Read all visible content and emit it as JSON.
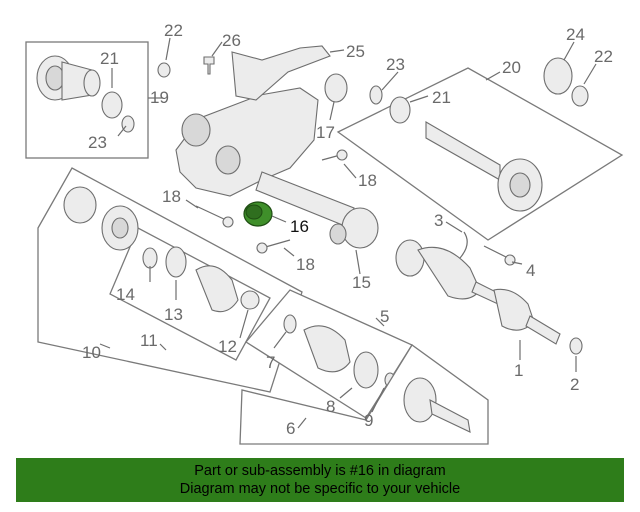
{
  "diagram": {
    "highlight_label": "16",
    "labels": {
      "l1": "1",
      "l2": "2",
      "l3": "3",
      "l4": "4",
      "l5": "5",
      "l6": "6",
      "l7": "7",
      "l8": "8",
      "l9": "9",
      "l10": "10",
      "l11": "11",
      "l12": "12",
      "l13": "13",
      "l14": "14",
      "l15": "15",
      "l16": "16",
      "l17": "17",
      "l18a": "18",
      "l18b": "18",
      "l18c": "18",
      "l19": "19",
      "l20": "20",
      "l21a": "21",
      "l21b": "21",
      "l22a": "22",
      "l22b": "22",
      "l23a": "23",
      "l23b": "23",
      "l24": "24",
      "l25": "25",
      "l26": "26"
    }
  },
  "footer": {
    "line1": "Part or sub-assembly is #16 in diagram",
    "line2": "Diagram may not be specific to your vehicle",
    "background": "#2e7d1a"
  },
  "colors": {
    "highlight_part": "#3f8f2a",
    "line": "#6e6e6e"
  }
}
